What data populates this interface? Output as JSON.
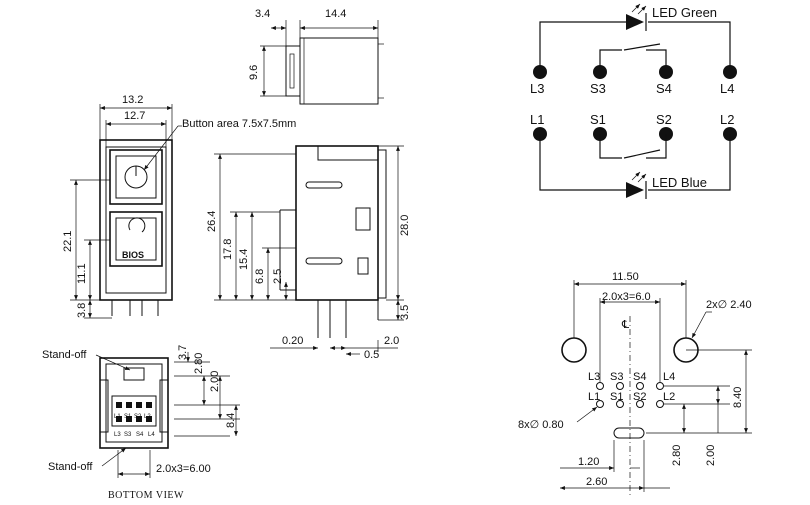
{
  "top_view": {
    "dim_width_a": "3.4",
    "dim_width_b": "14.4",
    "dim_height": "9.6"
  },
  "front_view": {
    "dim_outer_width": "13.2",
    "dim_inner_width": "12.7",
    "callout_button_area": "Button area 7.5x7.5mm",
    "dim_height_22": "22.1",
    "dim_height_11": "11.1",
    "dim_height_38": "3.8",
    "bios_label": "BIOS"
  },
  "side_view": {
    "dim_26": "26.4",
    "dim_178": "17.8",
    "dim_154": "15.4",
    "dim_68": "6.8",
    "dim_25": "2.5",
    "dim_280": "28.0",
    "dim_35": "3.5",
    "dim_020": "0.20",
    "dim_05": "0.5",
    "dim_20": "2.0"
  },
  "bottom_view": {
    "label_standoff_top": "Stand-off",
    "label_standoff_bottom": "Stand-off",
    "dim_37": "3.7",
    "dim_280": "2.80",
    "dim_200": "2.00",
    "dim_84": "8.4",
    "dim_pitch": "2.0x3=6.00",
    "title": "BOTTOM VIEW",
    "pin_labels_top": [
      "L1",
      "S1",
      "S2",
      "L2"
    ],
    "pin_labels_bottom": [
      "L3",
      "S3",
      "S4",
      "L4"
    ]
  },
  "schematic": {
    "led_green": "LED Green",
    "led_blue": "LED Blue",
    "top_terminals": [
      "L3",
      "S3",
      "S4",
      "L4"
    ],
    "bottom_terminals": [
      "L1",
      "S1",
      "S2",
      "L2"
    ]
  },
  "footprint": {
    "dim_1150": "11.50",
    "dim_pitch": "2.0x3=6.0",
    "dim_hole_large": "2x∅ 2.40",
    "dim_hole_small": "8x∅ 0.80",
    "dim_840": "8.40",
    "dim_280": "2.80",
    "dim_200": "2.00",
    "dim_120": "1.20",
    "dim_260": "2.60",
    "centerline": "℄",
    "pins_row1": [
      "L3",
      "S3",
      "S4",
      "L4"
    ],
    "pins_row2": [
      "L1",
      "S1",
      "S2",
      "L2"
    ]
  }
}
